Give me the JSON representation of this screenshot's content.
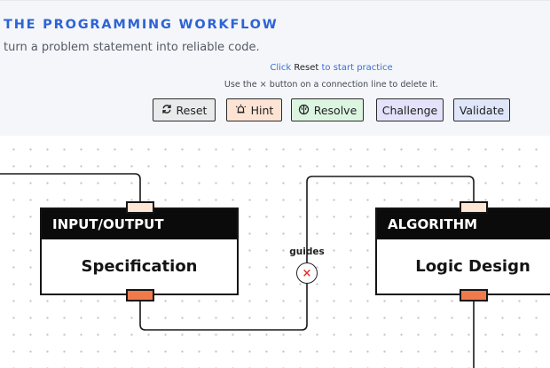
{
  "header": {
    "title": "THE PROGRAMMING WORKFLOW",
    "subtitle": "turn a problem statement into reliable code.",
    "instruction_prefix": "Click",
    "instruction_keyword": "Reset",
    "instruction_suffix": "to start practice",
    "delete_hint": "Use the × button on a connection line to delete it."
  },
  "toolbar": {
    "reset_label": "Reset",
    "hint_label": "Hint",
    "resolve_label": "Resolve",
    "challenge_label": "Challenge",
    "validate_label": "Validate"
  },
  "nodes": [
    {
      "header": "INPUT/OUTPUT",
      "label": "Specification"
    },
    {
      "header": "ALGORITHM",
      "label": "Logic Design"
    }
  ],
  "connections": [
    {
      "label": "guides",
      "delete_symbol": "×"
    }
  ],
  "colors": {
    "accent": "#2e63d6",
    "port_in": "#fde6d4",
    "port_out": "#f07a4a",
    "delete": "#e5342e",
    "hint_bg": "#fde3d4",
    "resolve_bg": "#dcf5e1",
    "challenge_bg": "#e4e1fa",
    "validate_bg": "#dfe6f9"
  },
  "icons": {
    "reset": "refresh-icon",
    "hint": "alarm-bell-icon",
    "resolve": "brain-icon"
  }
}
